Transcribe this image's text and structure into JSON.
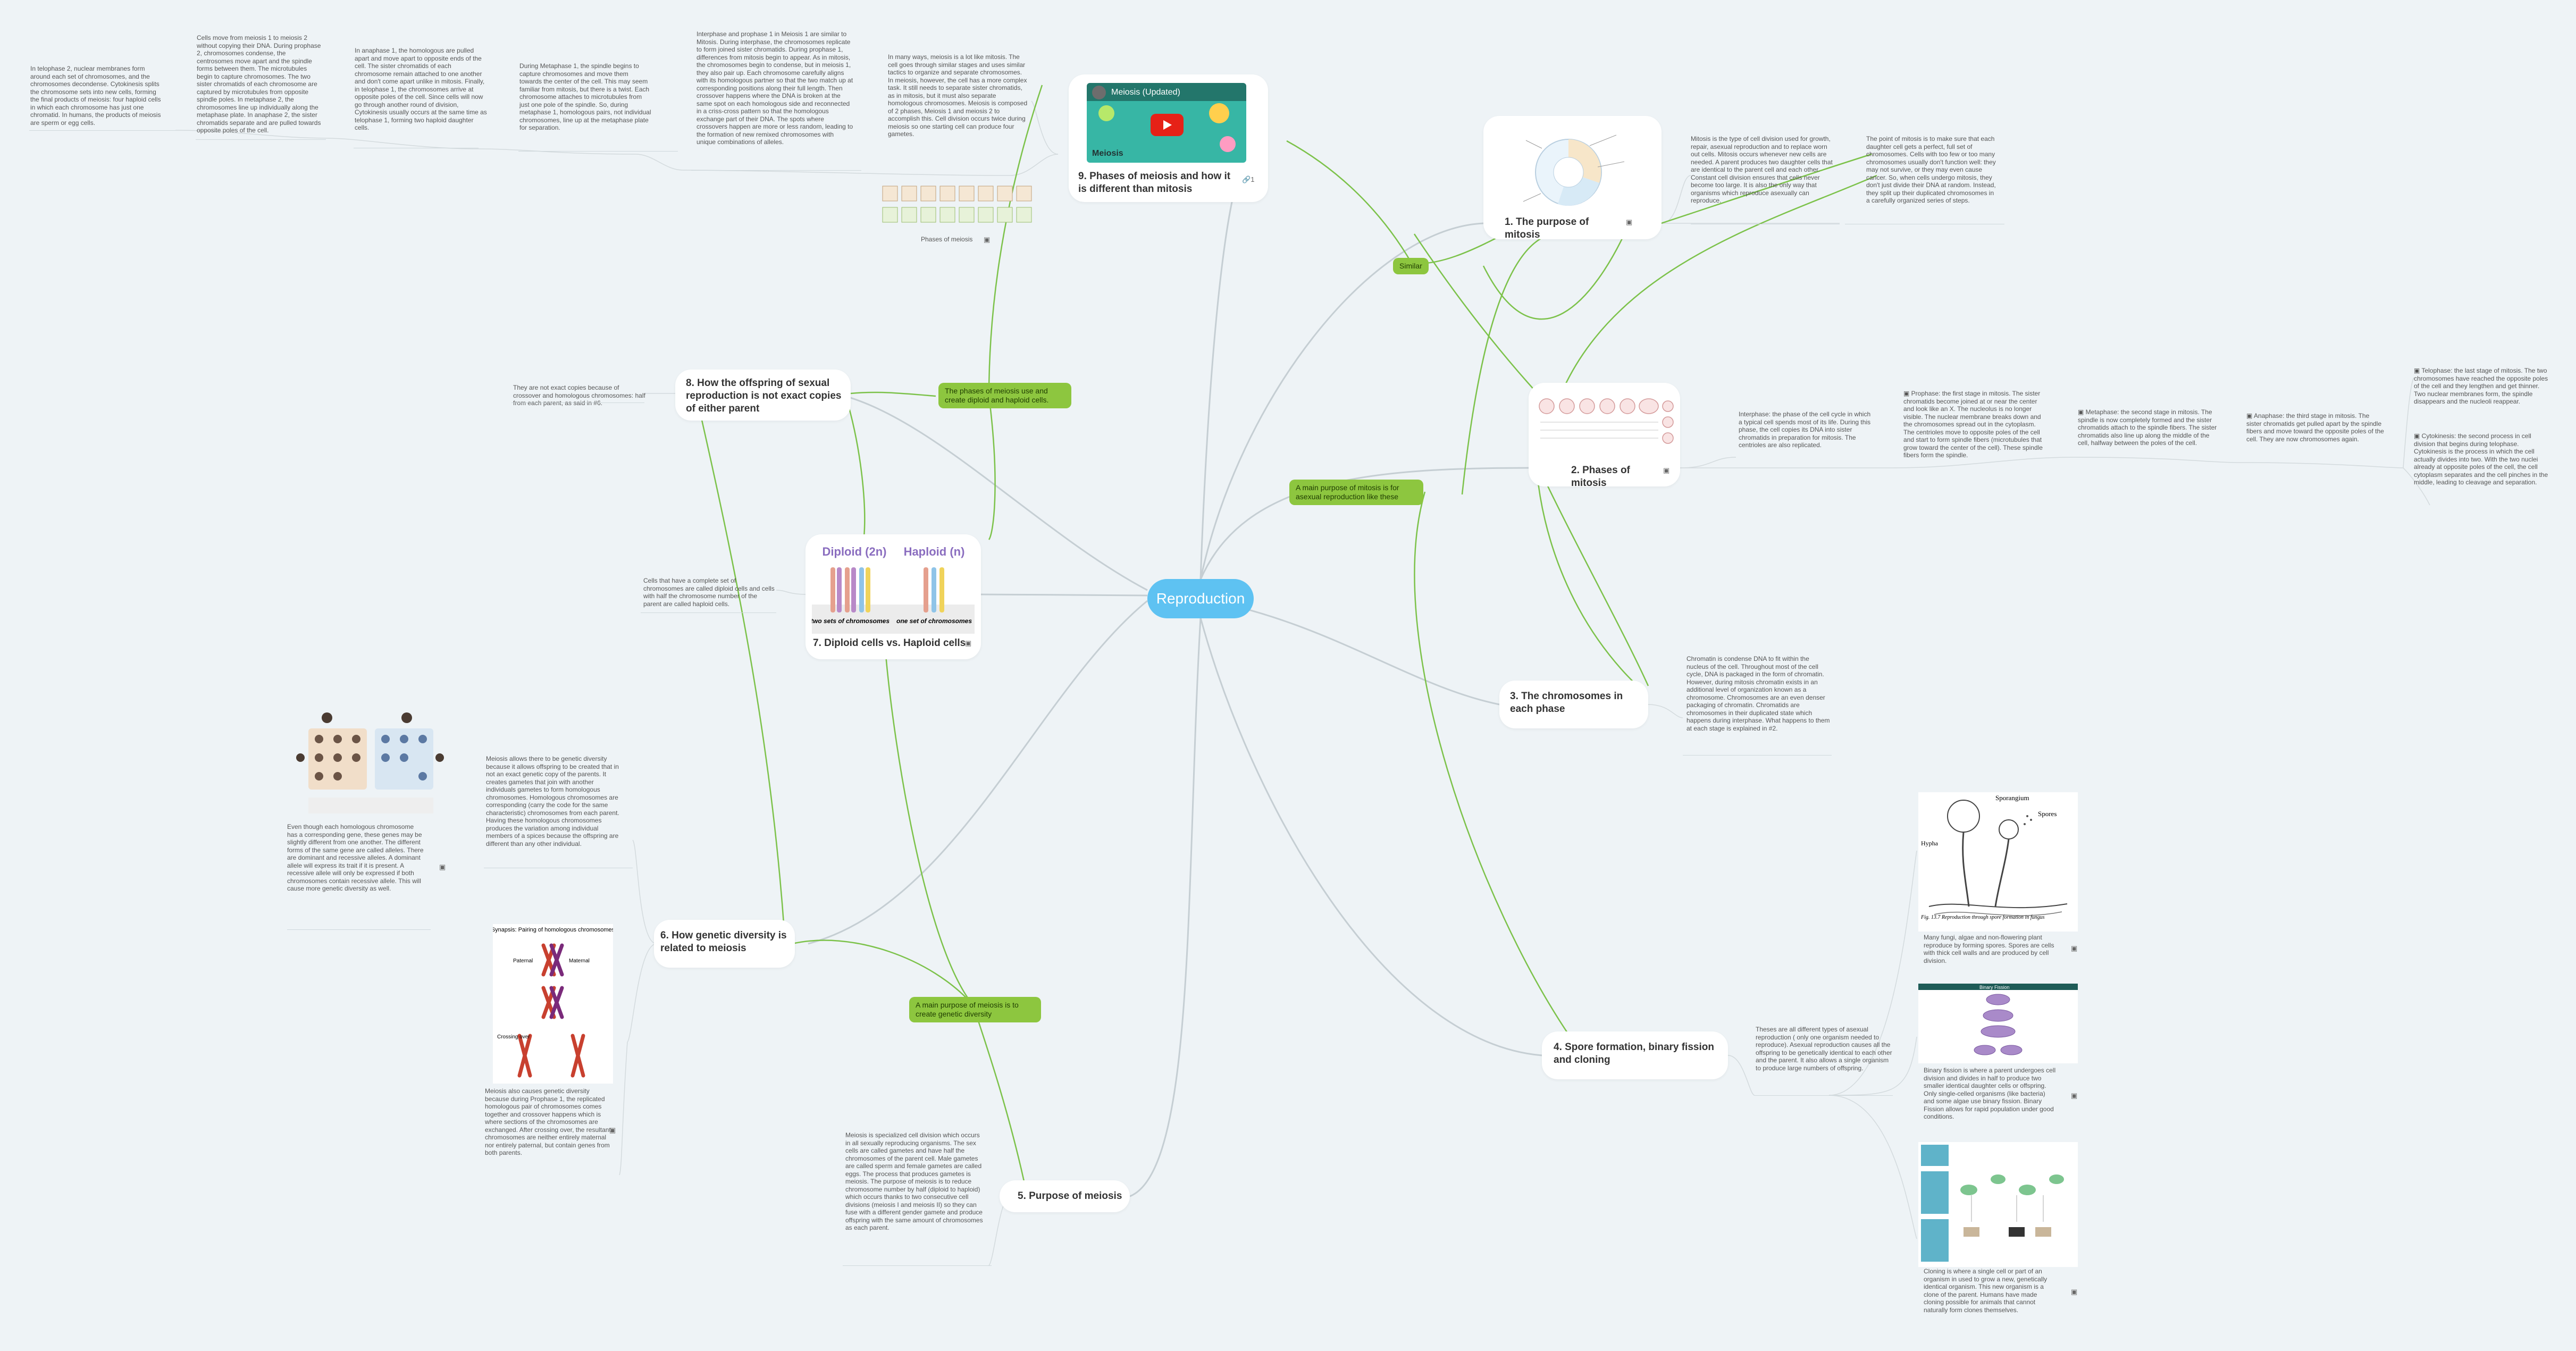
{
  "center": "Reproduction",
  "topics": {
    "t1": "1. The purpose of mitosis",
    "t2": "2. Phases of mitosis",
    "t3": "3. The chromosomes in each phase",
    "t4": "4. Spore formation, binary fission and cloning",
    "t5": "5. Purpose of meiosis",
    "t6": "6. How genetic diversity is related to meiosis",
    "t7": "7. Diploid cells vs. Haploid cells",
    "t8": "8. How the offspring of sexual reproduction is not exact copies of either parent",
    "t9": "9. Phases of meiosis and how it is different than mitosis"
  },
  "relations": {
    "similar": "Similar",
    "mitosis_main": "A main purpose of mitosis is for asexual reproduction like these",
    "meiosis_main": "A main purpose of meiosis is to create genetic diversity",
    "phases_use": "The phases of meiosis use and create diploid and haploid cells."
  },
  "notes": {
    "t1_a": "Mitosis is the type of cell division used for growth, repair, asexual reproduction and to replace worn out cells. Mitosis occurs whenever new cells are needed. A parent produces two daughter cells that are identical to the parent cell and each other. Constant cell division ensures that cells never become too large. It is also the only way that organisms which reproduce asexually can reproduce.",
    "t1_b": "The point of mitosis is to make sure that each daughter cell gets a perfect, full set of chromosomes. Cells with too few or too many chromosomes usually don't function well: they may not survive, or they may even cause cancer. So, when cells undergo mitosis, they don't just divide their DNA at random. Instead, they split up their duplicated chromosomes in a carefully organized series of steps.",
    "t2_interphase": "Interphase: the phase of the cell cycle in which a typical cell spends most of its life. During this phase, the cell copies its DNA into sister chromatids in preparation for mitosis. The centrioles are also replicated.",
    "t2_prophase": "Prophase: the first stage in mitosis. The sister chromatids become joined at or near the center and look like an X. The nucleolus is no longer visible. The nuclear membrane breaks down and the chromosomes spread out in the cytoplasm. The centrioles move to opposite poles of the cell and start to form spindle fibers (microtubules that grow toward the center of the cell). These spindle fibers form the spindle.",
    "t2_metaphase": "Metaphase: the second stage in mitosis. The spindle is now completely formed and the sister chromatids attach to the spindle fibers. The sister chromatids also line up along the middle of the cell, halfway between the poles of the cell.",
    "t2_anaphase": "Anaphase: the third stage in mitosis. The sister chromatids get pulled apart by the spindle fibers and move toward the opposite poles of the cell. They are now chromosomes again.",
    "t2_telophase": "Telophase: the last stage of mitosis. The two chromosomes have reached the opposite poles of the cell and they lengthen and get thinner. Two nuclear membranes form, the spindle disappears and the nucleoli reappear.",
    "t2_cytokinesis": "Cytokinesis: the second process in cell division that begins during telophase. Cytokinesis is the process in which the cell actually divides into two. With the two nuclei already at opposite poles of the cell, the cell cytoplasm separates and the cell pinches in the middle, leading to cleavage and separation.",
    "t3": "Chromatin is condense DNA to fit within the nucleus of the cell. Throughout most of the cell cycle, DNA is packaged in the form of chromatin. However, during mitosis chromatin exists in an additional level of organization known as a chromosome. Chromosomes are an even denser packaging of chromatin. Chromatids are chromosomes in their duplicated state which happens during interphase. What happens to them at each stage is explained in #2.",
    "t4": "Theses are all different types of asexual reproduction ( only one organism needed to reproduce). Asexual reproduction causes all the offspring to be genetically identical to each other and the parent. It also allows a single organism to produce large numbers of offspring.",
    "t4_spore": "Many fungi, algae and non-flowering plant reproduce by forming spores. Spores are cells with thick cell walls and are produced by cell division.",
    "t4_fission": "Binary fission is where a parent undergoes cell division and divides in half to produce two smaller identical daughter cells or offspring. Only single-celled organisms (like bacteria) and some algae use binary fission. Binary Fission allows for rapid population under good conditions.",
    "t4_clone": "Cloning is where a single cell or part of an organism in used to grow a new, genetically identical organism. This new organism is a clone of the parent. Humans have made cloning possible for animals that cannot naturally form clones themselves.",
    "t5": "Meiosis is specialized cell division which occurs in all sexually reproducing organisms. The sex cells are called gametes and have half the chromosomes of the parent cell. Male gametes are called sperm and female gametes are called eggs. The process that produces gametes is meiosis. The purpose of meiosis is to reduce chromosome number by half (diploid to haploid) which occurs thanks to two consecutive cell divisions (meiosis I and meiosis II) so they can fuse with a different gender gamete and produce offspring with the same amount of chromosomes as each parent.",
    "t6_a": "Meiosis allows there to be genetic diversity because it allows offspring to be created that in not an exact genetic copy of the parents. It creates gametes that join with another individuals gametes to form homologous chromosomes. Homologous chromosomes are corresponding (carry the code for the same characteristic) chromosomes from each parent. Having these homologous chromosomes produces the variation among individual members of a spices because the offspring are different than any other individual.",
    "t6_b": "Even though each homologous chromosome has a corresponding gene, these genes may be slightly different from one another. The different forms of the same gene are called alleles. There are dominant and recessive alleles. A dominant allele will express its trait if it is present. A recessive allele will only be expressed if both chromosomes contain recessive allele. This will cause more genetic diversity as well.",
    "t6_c": "Meiosis also causes genetic diversity because during Prophase 1, the replicated homologous pair of chromosomes comes together and crossover happens which is where sections of the chromosomes are exchanged. After crossing over, the resultant chromosomes are neither entirely maternal nor entirely paternal, but contain genes from both parents.",
    "t7": "Cells that have a complete set of chromosomes are called diploid cells and cells with half the chromosome number of the parent are called haploid cells.",
    "t8": "They are not exact copies because of crossover and homologous chromosomes: half from each parent, as said in #6.",
    "t9_a": "In many ways, meiosis is a lot like mitosis. The cell goes through similar stages and uses similar tactics to organize and separate chromosomes. In meiosis, however, the cell has a more complex task. It still needs to separate sister chromatids, as in mitosis, but it must also separate homologous chromosomes. Meiosis is composed of 2 phases, Meiosis 1 and meiosis 2 to accomplish this. Cell division occurs twice during meiosis so one starting cell can produce four gametes.",
    "t9_b": "Interphase and prophase 1 in Meiosis 1 are similar to Mitosis. During interphase, the  chromosomes replicate to form joined sister chromatids. During prophase 1, differences from mitosis begin to appear. As in mitosis, the chromosomes begin to condense, but in meiosis 1, they also pair up. Each chromosome carefully aligns with its homologous partner so that the two match up at corresponding positions along their full length. Then crossover happens where the DNA is broken at the same spot on each homologous side and reconnected in a criss-cross pattern so that the homologous exchange part of their DNA. The spots where crossovers happen are more or less random, leading to the formation of new remixed chromosomes with unique combinations of alleles.",
    "t9_c": "During Metaphase 1, the spindle begins to capture chromosomes and move them towards the center of the cell. This may seem familiar from mitosis, but there is a twist. Each chromosome attaches to microtubules from just one pole of the spindle. So, during metaphase 1, homologous pairs, not individual chromosomes, line up at the metaphase plate for separation.",
    "t9_d": "In anaphase 1, the homologous are pulled apart and move apart to opposite ends of the cell. The sister chromatids of each chromosome remain attached to one another and don't come apart unlike in mitosis. Finally, in telophase 1, the chromosomes arrive at opposite poles of the cell. Since cells will now go through another round of division, Cytokinesis usually occurs at the same time as telophase 1, forming two haploid daughter cells.",
    "t9_e": "Cells move from meiosis 1 to meiosis 2 without copying their DNA. During prophase 2, chromosomes condense, the centrosomes move apart and the spindle forms between them. The microtubules begin to capture chromosomes. The two sister chromatids of each chromosome are captured by microtubules from opposite spindle poles. In metaphase 2, the chromosomes line up individually along the metaphase plate. In anaphase 2, the sister chromatids separate and are pulled towards opposite poles of the cell.",
    "t9_f": "In telophase 2, nuclear membranes form around each set of chromosomes, and the chromosomes decondense. Cytokinesis splits the chromosome sets into new cells, forming the final products of meiosis: four haploid cells in which each chromosome has just one chromatid. In humans, the products of meiosis are sperm or egg cells."
  },
  "captions": {
    "phases_of_meiosis": "Phases of meiosis",
    "video_title": "Meiosis (Updated)",
    "video_logo": "Meiosis",
    "link_count": "1"
  },
  "image_text": {
    "diploid": "Diploid (2n)",
    "haploid": "Haploid (n)",
    "two_sets": "two sets of chromosomes",
    "one_set": "one set of chromosomes",
    "synapsis": "Synapsis: Pairing of homologous chromosomes",
    "paternal": "Paternal",
    "maternal": "Maternal",
    "crossing_over": "Crossing over",
    "sporangium": "Sporangium",
    "spores": "Spores",
    "hypha": "Hypha",
    "fig": "Fig. 13.7 Reproduction through spore formation in fungus",
    "binary_fission": "Binary Fission"
  },
  "colors": {
    "center": "#5ec2f2",
    "relation": "#8dc63f",
    "relation_line": "#7cc24a",
    "branch_line": "#c5ced3"
  }
}
